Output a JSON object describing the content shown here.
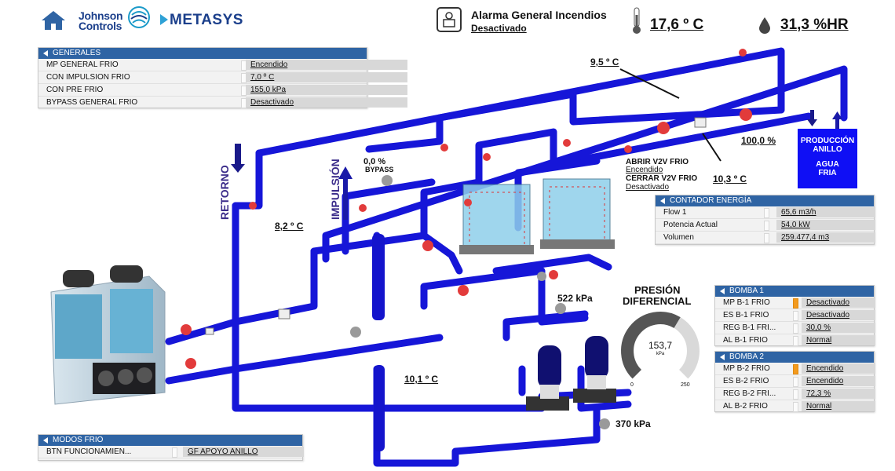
{
  "header": {
    "brand_line1": "Johnson",
    "brand_line2": "Controls",
    "product": "METASYS",
    "alarm_title": "Alarma General Incendios",
    "alarm_state": "Desactivado",
    "temperature": "17,6 º C",
    "humidity": "31,3 %HR"
  },
  "panels": {
    "generales": {
      "title": "GENERALES",
      "rows": [
        {
          "label": "MP GENERAL FRIO",
          "value": "Encendido"
        },
        {
          "label": "CON IMPULSION FRIO",
          "value": "7,0 º C"
        },
        {
          "label": "CON PRE FRIO",
          "value": "155,0 kPa"
        },
        {
          "label": "BYPASS GENERAL FRIO",
          "value": "Desactivado"
        }
      ]
    },
    "contador": {
      "title": "CONTADOR ENERGÍA",
      "rows": [
        {
          "label": "Flow 1",
          "value": "65,6 m3/h"
        },
        {
          "label": "Potencia Actual",
          "value": "54,0 kW"
        },
        {
          "label": "Volumen",
          "value": "259.477,4 m3"
        }
      ]
    },
    "bomba1": {
      "title": "BOMBA 1",
      "rows": [
        {
          "label": "MP B-1 FRIO",
          "value": "Desactivado",
          "alert": true
        },
        {
          "label": "ES B-1 FRIO",
          "value": "Desactivado",
          "alert": false
        },
        {
          "label": "REG B-1 FRI...",
          "value": "30,0 %",
          "alert": false
        },
        {
          "label": "AL B-1 FRIO",
          "value": "Normal",
          "alert": false
        }
      ]
    },
    "bomba2": {
      "title": "BOMBA 2",
      "rows": [
        {
          "label": "MP B-2 FRIO",
          "value": "Encendido",
          "alert": true
        },
        {
          "label": "ES B-2 FRIO",
          "value": "Encendido",
          "alert": false
        },
        {
          "label": "REG B-2 FRI...",
          "value": "72,3 %",
          "alert": false
        },
        {
          "label": "AL B-2 FRIO",
          "value": "Normal",
          "alert": false
        }
      ]
    },
    "modos": {
      "title": "MODOS FRIO",
      "rows": [
        {
          "label": "BTN FUNCIONAMIEN...",
          "value": "GF APOYO ANILLO"
        }
      ]
    }
  },
  "schematic": {
    "retorno": "RETORNO",
    "impulsion": "IMPULSIÓN",
    "t_return": "8,2 º C",
    "t_top": "9,5 º C",
    "t_mid": "10,3 º C",
    "t_bottom": "10,1 º C",
    "valve_top": "100,0 %",
    "bypass_pct": "0,0 %",
    "bypass_label": "BYPASS",
    "abrir_label": "ABRIR V2V FRIO",
    "abrir_state": "Encendido",
    "cerrar_label": "CERRAR V2V FRIO",
    "cerrar_state": "Desactivado",
    "p_top": "522 kPa",
    "p_bottom": "370 kPa",
    "presion_line1": "PRESIÓN",
    "presion_line2": "DIFERENCIAL",
    "prod_line1": "PRODUCCIÓN",
    "prod_line2": "ANILLO",
    "prod_line3": "AGUA",
    "prod_line4": "FRIA"
  },
  "gauge": {
    "value": 153.7,
    "value_text": "153,7",
    "unit": "kPa",
    "min": 0,
    "max": 250,
    "min_text": "0",
    "max_text": "250"
  },
  "colors": {
    "pipe": "#1a1ae0",
    "pipe_dark": "#0b0b9a",
    "panel_header": "#2f64a4",
    "alert": "#f39a1d",
    "production": "#0f0ff5"
  }
}
